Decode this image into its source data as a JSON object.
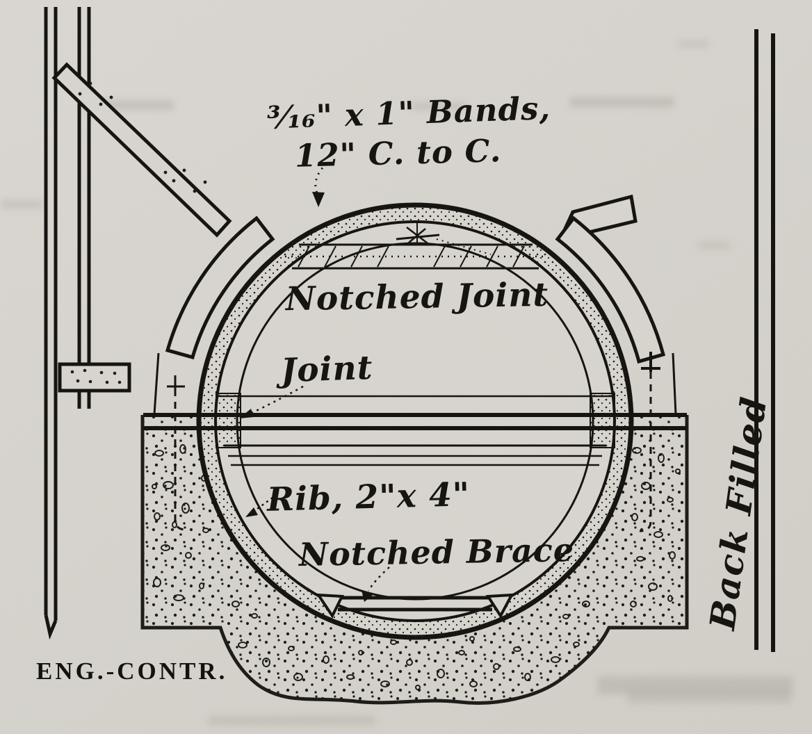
{
  "labels": {
    "bands_line1": "³⁄₁₆\" x 1\" Bands,",
    "bands_line2": "12\" C. to C.",
    "notched_joint": "Notched Joint",
    "joint": "Joint",
    "rib": "Rib, 2\"x 4\"",
    "notched_brace": "Notched Brace",
    "back_filled": "Back Filled",
    "credit": "ENG.-CONTR."
  },
  "colors": {
    "ink": "#1b1a16",
    "paper": "#d9d6d0"
  }
}
